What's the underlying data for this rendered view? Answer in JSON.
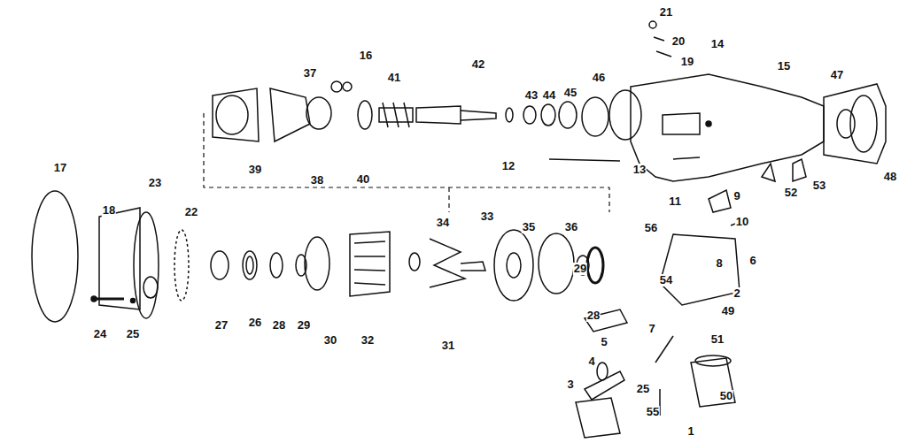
{
  "diagram": {
    "labels": [
      "21",
      "20",
      "14",
      "16",
      "42",
      "19",
      "15",
      "37",
      "41",
      "46",
      "47",
      "43",
      "44",
      "45",
      "12",
      "39",
      "38",
      "40",
      "13",
      "17",
      "23",
      "9",
      "52",
      "53",
      "48",
      "11",
      "18",
      "22",
      "34",
      "33",
      "10",
      "35",
      "36",
      "56",
      "6",
      "29",
      "8",
      "54",
      "2",
      "49",
      "27",
      "26",
      "28",
      "29",
      "28",
      "30",
      "32",
      "7",
      "24",
      "25",
      "31",
      "51",
      "5",
      "4",
      "3",
      "25",
      "50",
      "55",
      "1"
    ]
  }
}
